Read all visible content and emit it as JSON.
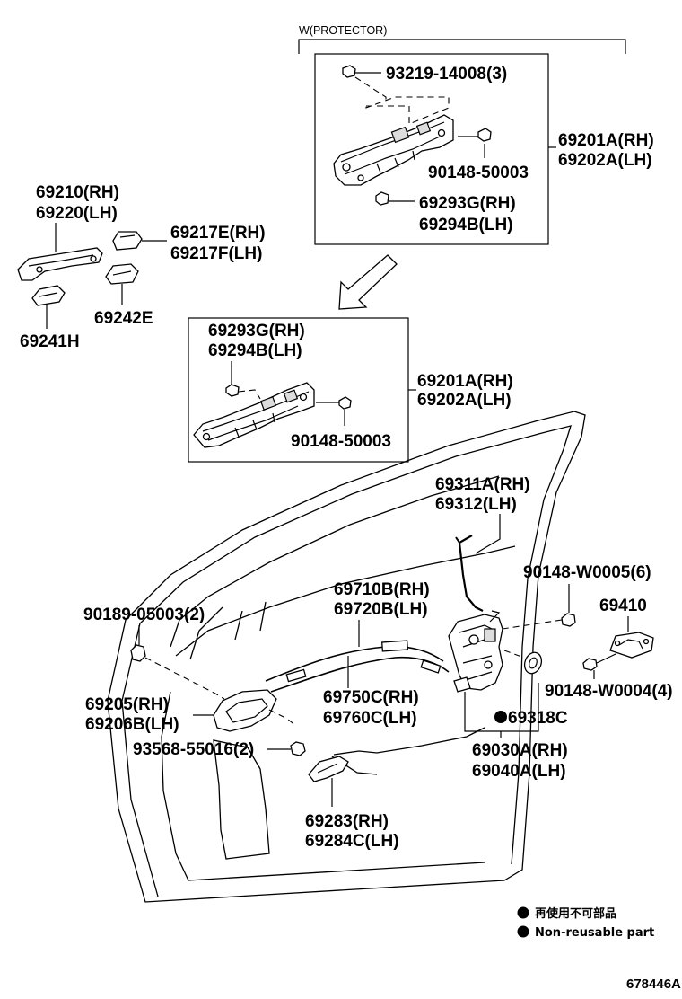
{
  "protector_label": "W(PROTECTOR)",
  "callouts": {
    "screw_93219": "93219-14008(3)",
    "handle_frame_rh_top": "69201A(RH)",
    "handle_frame_lh_top": "69202A(LH)",
    "screw_90148_50003_top": "90148-50003",
    "cover_69293g_top": "69293G(RH)",
    "cover_69294b_top": "69294B(LH)",
    "outer_handle_rh": "69210(RH)",
    "outer_handle_lh": "69220(LH)",
    "cap_69217e": "69217E(RH)",
    "cap_69217f": "69217F(LH)",
    "pad_69242e": "69242E",
    "pad_69241h": "69241H",
    "cover_69293g_mid": "69293G(RH)",
    "cover_69294b_mid": "69294B(LH)",
    "handle_frame_rh_mid": "69201A(RH)",
    "handle_frame_lh_mid": "69202A(LH)",
    "screw_90148_50003_mid": "90148-50003",
    "rod_69311a": "69311A(RH)",
    "rod_69312": "69312(LH)",
    "screw_90148_w0005": "90148-W0005(6)",
    "striker_69410": "69410",
    "screw_90148_w0004": "90148-W0004(4)",
    "cable_69710b": "69710B(RH)",
    "cable_69720b": "69720B(LH)",
    "clip_90189": "90189-05003(2)",
    "inner_handle_rh": "69205(RH)",
    "inner_handle_lh": "69206B(LH)",
    "cable_69750c": "69750C(RH)",
    "cable_69760c": "69760C(LH)",
    "seal_69318c": "69318C",
    "lock_69030a": "69030A(RH)",
    "lock_69040a": "69040A(LH)",
    "screw_93568": "93568-55016(2)",
    "bezel_69283": "69283(RH)",
    "bezel_69284c": "69284C(LH)"
  },
  "legend": {
    "item_jp": "再使用不可部品",
    "item_en": "Non-reusable part"
  },
  "diagram_id": "678446A"
}
